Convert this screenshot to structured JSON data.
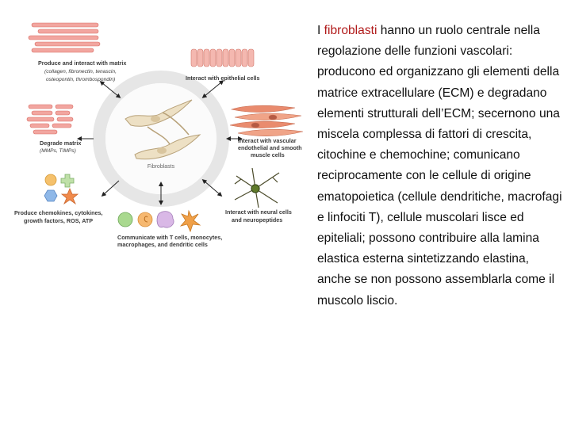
{
  "colors": {
    "highlight": "#b11b1b",
    "label_text": "#3a3a3a",
    "ring": "#e6e6e6",
    "arrow": "#222222",
    "fibril": "#f2a6a0",
    "fibril_stroke": "#d86b63",
    "fibroblast": "#ede0c4",
    "epithelial": "#f4b8b0",
    "smooth_muscle": "#e98b6e"
  },
  "figure": {
    "center_label": "Fibroblasts",
    "labels": {
      "produce_matrix_title": "Produce and interact with matrix",
      "produce_matrix_detail_1": "(collagen, fibronectin, tenascin,",
      "produce_matrix_detail_2": "osteopontin, thrombospondin)",
      "degrade_matrix_title": "Degrade matrix",
      "degrade_matrix_detail": "(MMPs, TIMPs)",
      "epithelial_title": "Interact with epithelial cells",
      "vascular_title_1": "Interact with vascular",
      "vascular_title_2": "endothelial and smooth",
      "vascular_title_3": "muscle cells",
      "chemokines_title_1": "Produce chemokines, cytokines,",
      "chemokines_title_2": "growth factors, ROS, ATP",
      "immune_title_1": "Communicate with T cells, monocytes,",
      "immune_title_2": "macrophages, and dendritic cells",
      "neural_title_1": "Interact with neural cells",
      "neural_title_2": "and neuropeptides"
    }
  },
  "text": {
    "intro": "I ",
    "highlight": "fibroblasti",
    "body": " hanno un ruolo centrale nella regolazione delle funzioni vascolari: producono ed organizzano gli elementi della matrice extracellulare (ECM) e degradano elementi strutturali dell’ECM; secernono una miscela complessa di fattori di crescita, citochine e chemochine; comunicano reciprocamente con le cellule di origine ematopoietica (cellule dendritiche, macrofagi e linfociti T), cellule muscolari lisce ed epiteliali; possono contribuire alla lamina elastica esterna sintetizzando elastina, anche se non possono assemblarla come il muscolo liscio."
  }
}
